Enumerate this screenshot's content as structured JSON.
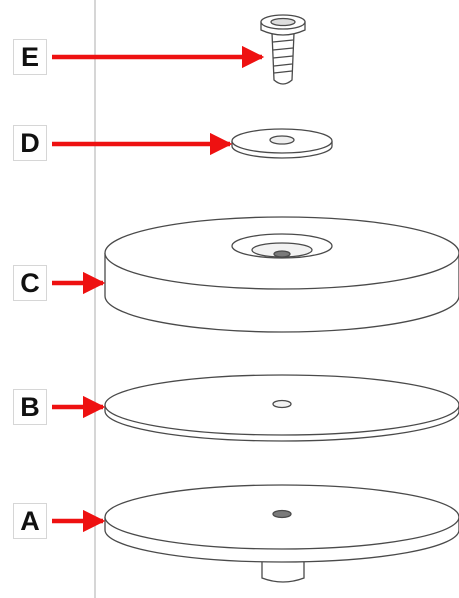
{
  "labels": {
    "a": "A",
    "b": "B",
    "c": "C",
    "d": "D",
    "e": "E"
  },
  "colors": {
    "arrow": "#ee1111",
    "outline": "#4a4a4a",
    "guide_line": "#c8c8c8",
    "hole": "#7a7a7a"
  }
}
